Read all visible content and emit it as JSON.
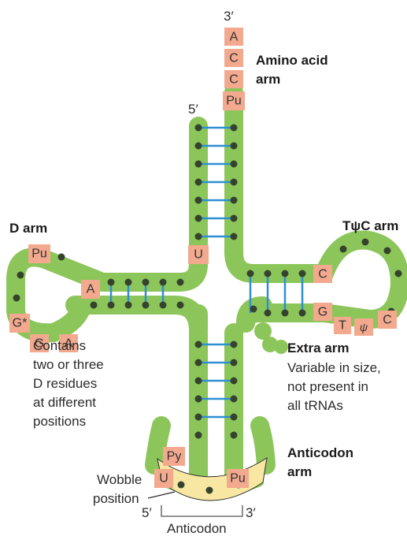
{
  "colors": {
    "backbone": "#8cc65a",
    "nucleotide_dot": "#35432d",
    "base_pair": "#2f8fd0",
    "special_base": "#f2a98e",
    "anticodon_band": "#f7e7a2",
    "text": "#2b2b2b"
  },
  "labels": {
    "three_prime_top": "3′",
    "five_prime_top": "5′",
    "amino_acid_arm_line1": "Amino acid",
    "amino_acid_arm_line2": "arm",
    "tpsic_arm": "TψC arm",
    "d_arm": "D arm",
    "d_arm_note": [
      "Contains",
      "two or three",
      "D residues",
      "at different",
      "positions"
    ],
    "extra_arm": "Extra arm",
    "extra_arm_note": [
      "Variable in size,",
      "not present in",
      "all tRNAs"
    ],
    "anticodon_arm_line1": "Anticodon",
    "anticodon_arm_line2": "arm",
    "wobble_line1": "Wobble",
    "wobble_line2": "position",
    "anticodon_five": "5′",
    "anticodon_three": "3′",
    "anticodon": "Anticodon"
  },
  "bases": {
    "acceptor_A1": "A",
    "acceptor_C1": "C",
    "acceptor_C2": "C",
    "acceptor_Pu": "Pu",
    "acceptor_U": "U",
    "d_Pu": "Pu",
    "d_A_top": "A",
    "d_Gstar": "G*",
    "d_G": "G",
    "d_A_bottom": "A",
    "t_C_top": "C",
    "t_G": "G",
    "t_T": "T",
    "t_psi": "ψ",
    "t_C_right": "C",
    "ac_Py": "Py",
    "ac_U": "U",
    "ac_Pu": "Pu"
  }
}
